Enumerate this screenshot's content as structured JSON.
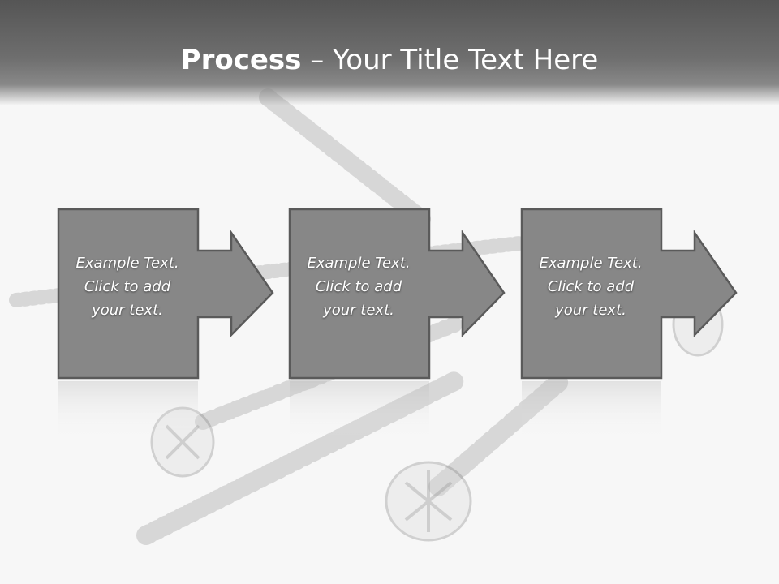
{
  "title": {
    "strong": "Process",
    "dash": " – ",
    "rest": "Your Title Text Here"
  },
  "steps": [
    {
      "text": "Example Text.\nClick  to add\nyour text."
    },
    {
      "text": "Example Text.\nClick  to add\nyour text."
    },
    {
      "text": "Example Text.\nClick  to add\nyour text."
    }
  ],
  "colors": {
    "box_fill": "#878787",
    "box_stroke": "#5a5a5a",
    "title_text": "#ffffff"
  },
  "background": {
    "image": "screws-photo"
  }
}
